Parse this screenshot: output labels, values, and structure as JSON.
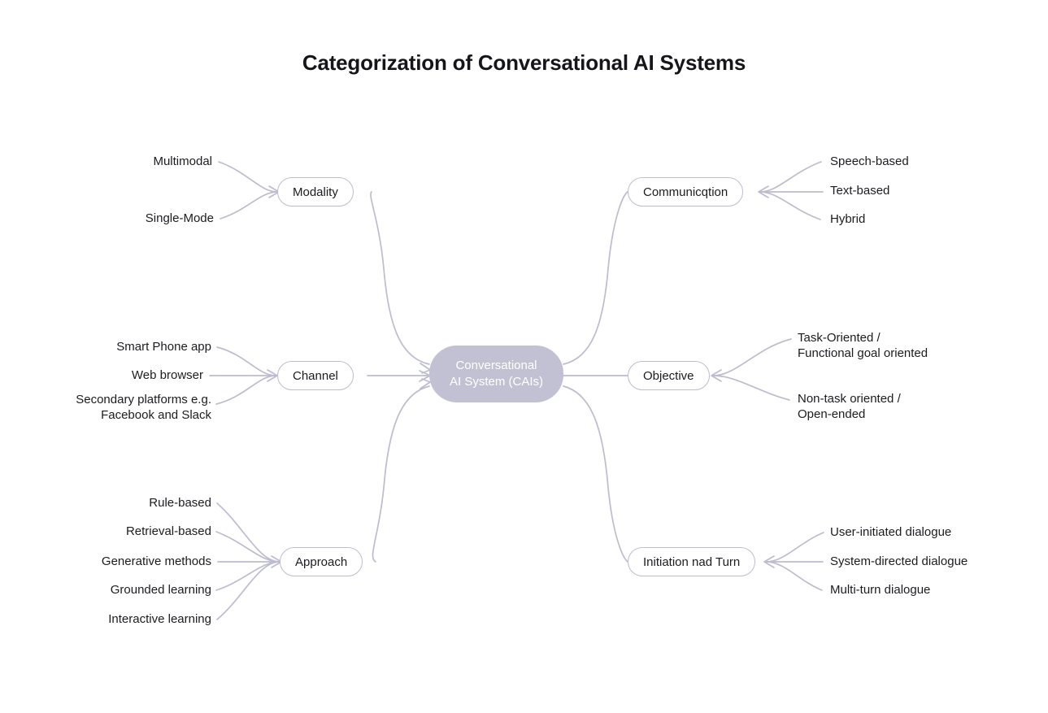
{
  "title": "Categorization of Conversational AI Systems",
  "colors": {
    "background": "#ffffff",
    "root_fill": "#c2c1d4",
    "root_text": "#ffffff",
    "edge": "#bdbcd0",
    "node_border": "#bdbcd0",
    "node_fill": "#ffffff",
    "text": "#1b1c20",
    "title_text": "#15161a"
  },
  "root": {
    "label": "Conversational\nAI System (CAIs)"
  },
  "branches": [
    {
      "id": "modality",
      "side": "left",
      "label": "Modality",
      "leaves": [
        {
          "label": "Multimodal"
        },
        {
          "label": "Single-Mode"
        }
      ]
    },
    {
      "id": "channel",
      "side": "left",
      "label": "Channel",
      "leaves": [
        {
          "label": "Smart Phone app"
        },
        {
          "label": "Web browser"
        },
        {
          "label": "Secondary platforms e.g.\nFacebook and Slack"
        }
      ]
    },
    {
      "id": "approach",
      "side": "left",
      "label": "Approach",
      "leaves": [
        {
          "label": "Rule-based"
        },
        {
          "label": "Retrieval-based"
        },
        {
          "label": "Generative methods"
        },
        {
          "label": "Grounded learning"
        },
        {
          "label": "Interactive learning"
        }
      ]
    },
    {
      "id": "communication",
      "side": "right",
      "label": "Communicqtion",
      "leaves": [
        {
          "label": "Speech-based"
        },
        {
          "label": "Text-based"
        },
        {
          "label": "Hybrid"
        }
      ]
    },
    {
      "id": "objective",
      "side": "right",
      "label": "Objective",
      "leaves": [
        {
          "label": "Task-Oriented /\nFunctional goal oriented"
        },
        {
          "label": "Non-task oriented /\nOpen-ended"
        }
      ]
    },
    {
      "id": "initiation",
      "side": "right",
      "label": "Initiation nad Turn",
      "leaves": [
        {
          "label": "User-initiated dialogue"
        },
        {
          "label": "System-directed dialogue"
        },
        {
          "label": "Multi-turn dialogue"
        }
      ]
    }
  ]
}
